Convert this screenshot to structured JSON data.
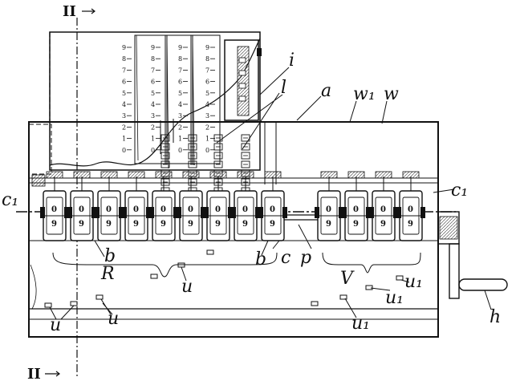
{
  "figure": {
    "section_top": "II",
    "section_bottom": "II",
    "scale_digits": [
      "9",
      "8",
      "7",
      "6",
      "5",
      "4",
      "3",
      "2",
      "1",
      "0"
    ],
    "wheel_digits": [
      "0",
      "9"
    ],
    "labels": {
      "i": "i",
      "l": "l",
      "a": "a",
      "w1": "w₁",
      "w": "w",
      "c1_left": "c₁",
      "c1_right": "c₁",
      "b": "b",
      "b1": "b",
      "R": "R",
      "c": "c",
      "p": "p",
      "V": "V",
      "u_center": "u",
      "u1_right": "u₁",
      "u1_right2": "u₁",
      "u_left": "u",
      "u_left2": "u",
      "u1_bottom": "u₁",
      "h": "h"
    }
  }
}
